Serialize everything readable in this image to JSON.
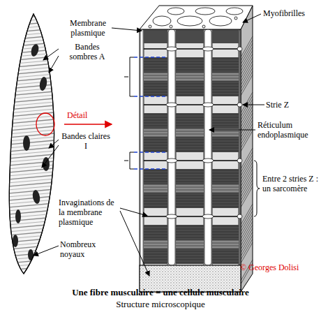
{
  "diagram": {
    "title": "Une fibre musculaire = une cellule musculaire",
    "caption": "Structure microscopique",
    "labels": [
      "Membrane plasmique",
      "Myofibrilles",
      "Bandes sombres A",
      "Strie Z",
      "Détail",
      "Réticulum endoplasmique",
      "Entre 2 stries Z : un sarcomère",
      "Bandes claires I",
      "Invaginations de la membrane plasmique",
      "Nombreux noyaux",
      "© Georges Dolisi"
    ]
  }
}
